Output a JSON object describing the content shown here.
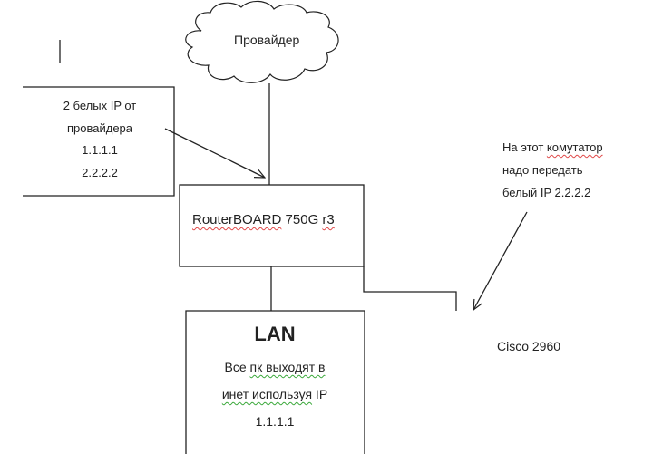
{
  "cloud": {
    "label": "Провайдер"
  },
  "ip_note": {
    "line1": "2 белых IP от",
    "line2": "провайдера",
    "line3": "1.1.1.1",
    "line4": "2.2.2.2"
  },
  "router": {
    "name_part1": "RouterBOARD",
    "name_part2": " 750G ",
    "name_part3": "r3"
  },
  "switch_note": {
    "line1_part1": "На этот ",
    "line1_part2": "комутатор",
    "line2": "надо передать",
    "line3": "белый IP 2.2.2.2"
  },
  "switch": {
    "label": "Cisco 2960"
  },
  "lan": {
    "title": "LAN",
    "line1_part1": "Все ",
    "line1_part2": "пк выходят в",
    "line2_part1": "инет используя",
    "line2_part2": " IP",
    "line3": "1.1.1.1"
  }
}
